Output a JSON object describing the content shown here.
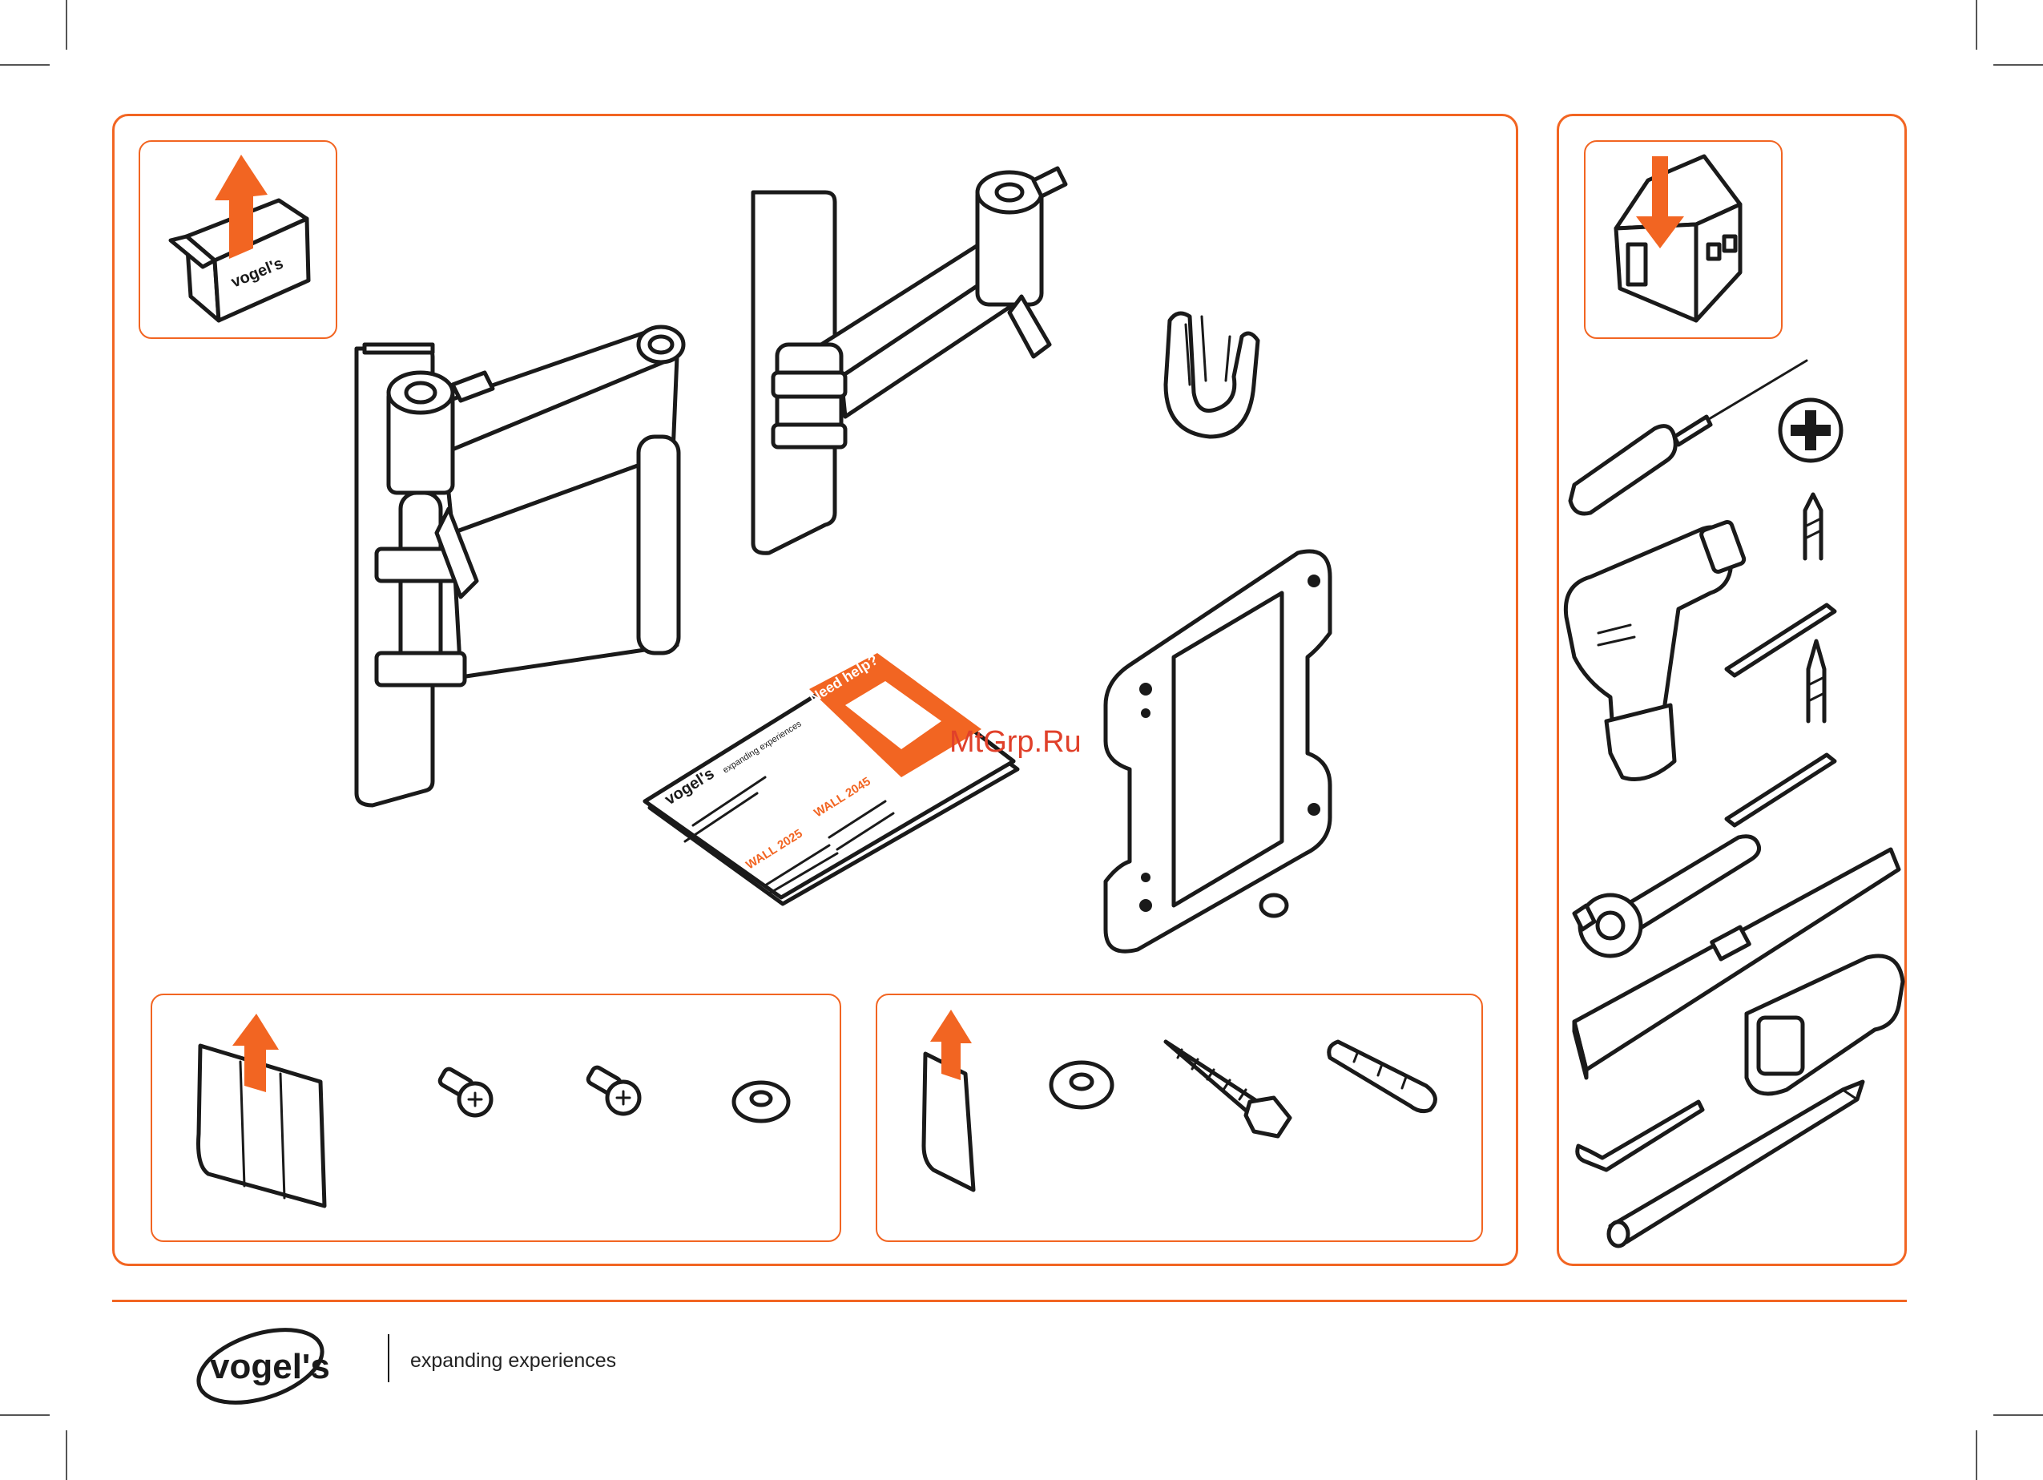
{
  "watermark": "MtGrp.Ru",
  "brand": {
    "logo_text": "vogel's",
    "tagline": "expanding experiences"
  },
  "booklet": {
    "brand_text": "vogel's",
    "tagline": "expanding experiences",
    "help_title": "Need help?",
    "model_a": "WALL 2025",
    "model_b": "WALL 2045"
  },
  "box_icon_text": "vogel's",
  "colors": {
    "accent": "#f26522",
    "line": "#1a1a1a"
  }
}
